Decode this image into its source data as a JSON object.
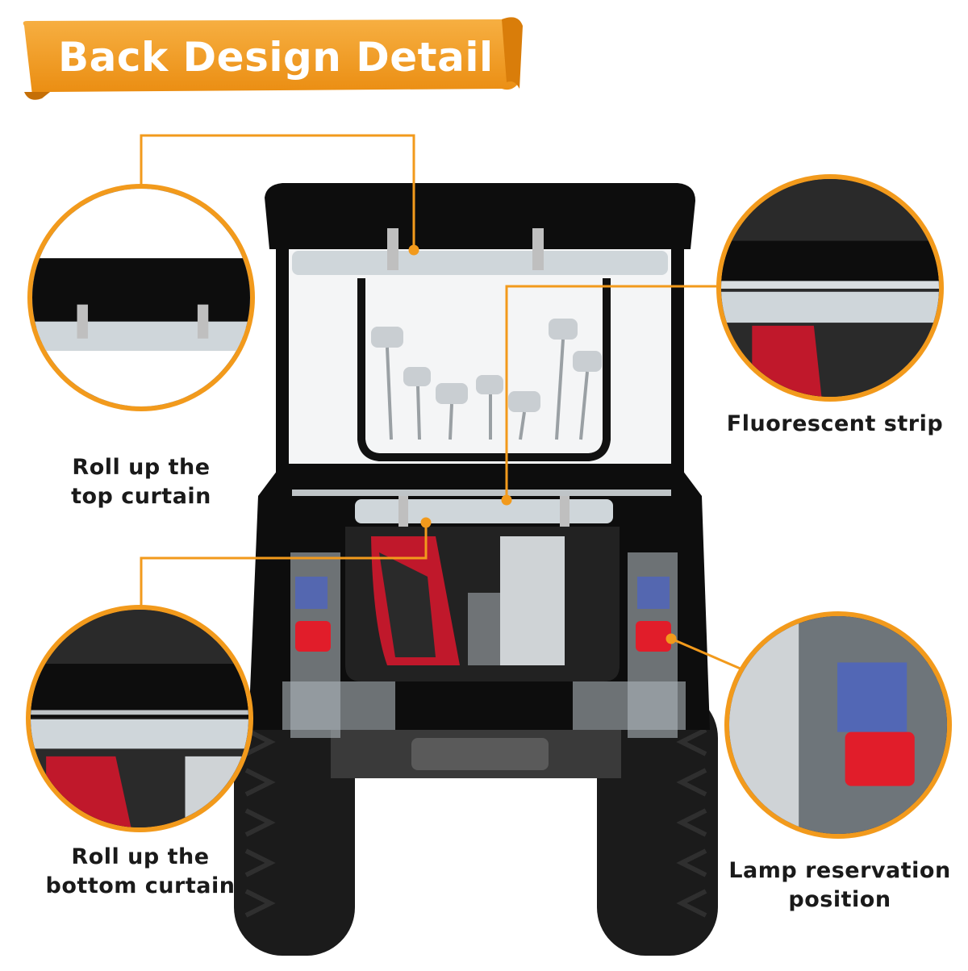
{
  "banner": {
    "title": "Back Design Detail"
  },
  "callouts": {
    "top_left": {
      "line1": "Roll up the",
      "line2": "top curtain"
    },
    "bottom_left": {
      "line1": "Roll up the",
      "line2": "bottom curtain"
    },
    "top_right": {
      "line1": "Fluorescent strip"
    },
    "bottom_right": {
      "line1": "Lamp reservation",
      "line2": "position"
    }
  },
  "colors": {
    "accent": "#f29a1c",
    "cover": "#0d0d0d",
    "bag_red": "#c0182b"
  }
}
